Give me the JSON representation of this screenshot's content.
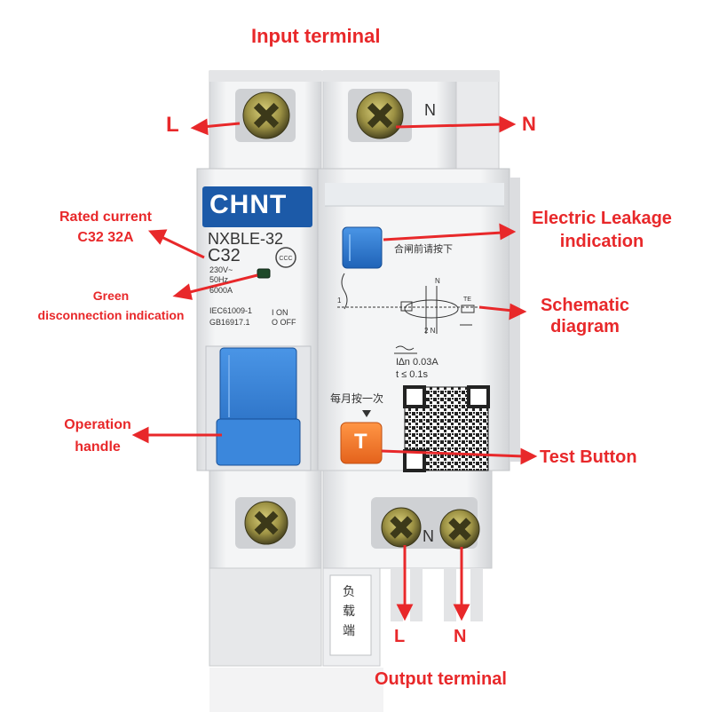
{
  "labels": {
    "input_terminal": "Input terminal",
    "input_l": "L",
    "input_n": "N",
    "rated_current_line1": "Rated current",
    "rated_current_line2": "C32 32A",
    "green_line1": "Green",
    "green_line2": "disconnection indication",
    "operation_line1": "Operation",
    "operation_line2": "handle",
    "leakage_line1": "Electric Leakage",
    "leakage_line2": "indication",
    "schematic_line1": "Schematic",
    "schematic_line2": "diagram",
    "test_button": "Test Button",
    "output_l": "L",
    "output_n": "N",
    "output_terminal": "Output terminal"
  },
  "device": {
    "brand": "CHNT",
    "model": "NXBLE-32",
    "rating": "C32",
    "spec_1": "230V~",
    "spec_2": "50Hz",
    "spec_3": "6000A",
    "standard_1": "IEC61009-1",
    "standard_2": "GB16917.1",
    "on_label": "I ON",
    "off_label": "O OFF",
    "ccc_mark": "CCC",
    "top_n_mark": "N",
    "bottom_n_mark": "N",
    "leak_hint": "合闸前请按下",
    "schem_top_n": "N",
    "schem_top_1": "1",
    "schem_bottom": "2  N",
    "schem_te": "TE",
    "idn": "I∆n 0.03A",
    "time": "t ≤ 0.1s",
    "monthly": "每月按一次",
    "test_key": "T",
    "load_1": "负",
    "load_2": "载",
    "load_3": "端"
  },
  "colors": {
    "callout_red": "#e8282a",
    "brand_blue": "#1c5aa8",
    "handle_blue": "#2f7fd9",
    "test_orange": "#f57b2a",
    "indicator_green": "#1f4a2a"
  },
  "icons": [
    "terminal-screw-icon",
    "arrow-icon",
    "qr-code-icon",
    "ccc-mark-icon"
  ]
}
